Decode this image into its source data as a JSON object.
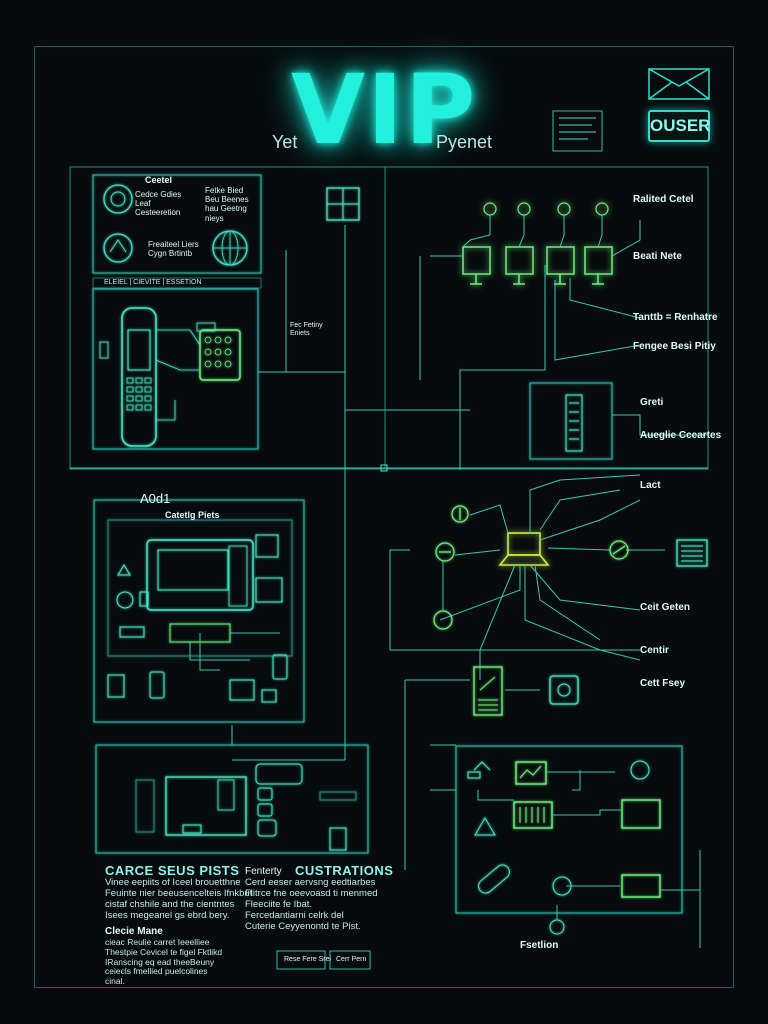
{
  "header": {
    "title": "VIP",
    "left_word": "Yet",
    "right_word": "Pyenet",
    "user_button": "OUSER"
  },
  "top_left_panel": {
    "label_1": "Ceetel",
    "label_2": "Cedce Gdies\nLeaf\nCesteeretion",
    "label_3": "Fetke Bied\nBeu Beenes\nhau Geetng\nnieys",
    "label_4": "Freaiteel Liers\nCygn Brtintb",
    "tabs": "ELEIEL   |   CIEVITE   |   ESSETION",
    "note": "Fec Fetiny\nEniets"
  },
  "right_top": {
    "label_1": "Ralited Cetel",
    "label_2": "Beati Nete",
    "label_3": "Tanttb = Renhatre",
    "label_4": "Fengee Besi Pitiy",
    "label_5": "Greti",
    "label_6": "Aueglie Cceartes"
  },
  "mid_left_panel": {
    "code": "A0d1",
    "title": "Catetlg Piets"
  },
  "right_mid": {
    "label_1": "Lact",
    "label_2": "Ceit Geten",
    "label_3": "Centir",
    "label_4": "Cett Fsey",
    "label_5": "Fsetlion"
  },
  "bottom_text": {
    "heading_1": "CARCE SEUS PISTS",
    "body_1": "Vinee eepiits of Iceel brouetthne\nFeuinte nier beeusencelteis Ifnkbut\ncistaf chshile and the cientntes\nIsees megeanel gs ebrd bery.",
    "heading_2": "Clecie Mane",
    "body_2": "cieac Reulie carret Ieeelliee\nThestpie Cevicel te figel Fktlikd\nIRanscing eq ead theeBeuny\nceiecls fmellied puelcolines\ncinal.",
    "heading_3_prefix": "Fenterty",
    "heading_3": "CUSTRATIONS",
    "body_3": "Cerd eeser aervsng eedtiarbes\nFlitrce fne oeevoasd ti menmed\nFleeciite fe Ibat.\nFercedantiarni celrk del\nCuterie Ceyyenontd te Pist.",
    "box_left": "Rese Fere Srei",
    "box_right": "Cerr Pern"
  }
}
